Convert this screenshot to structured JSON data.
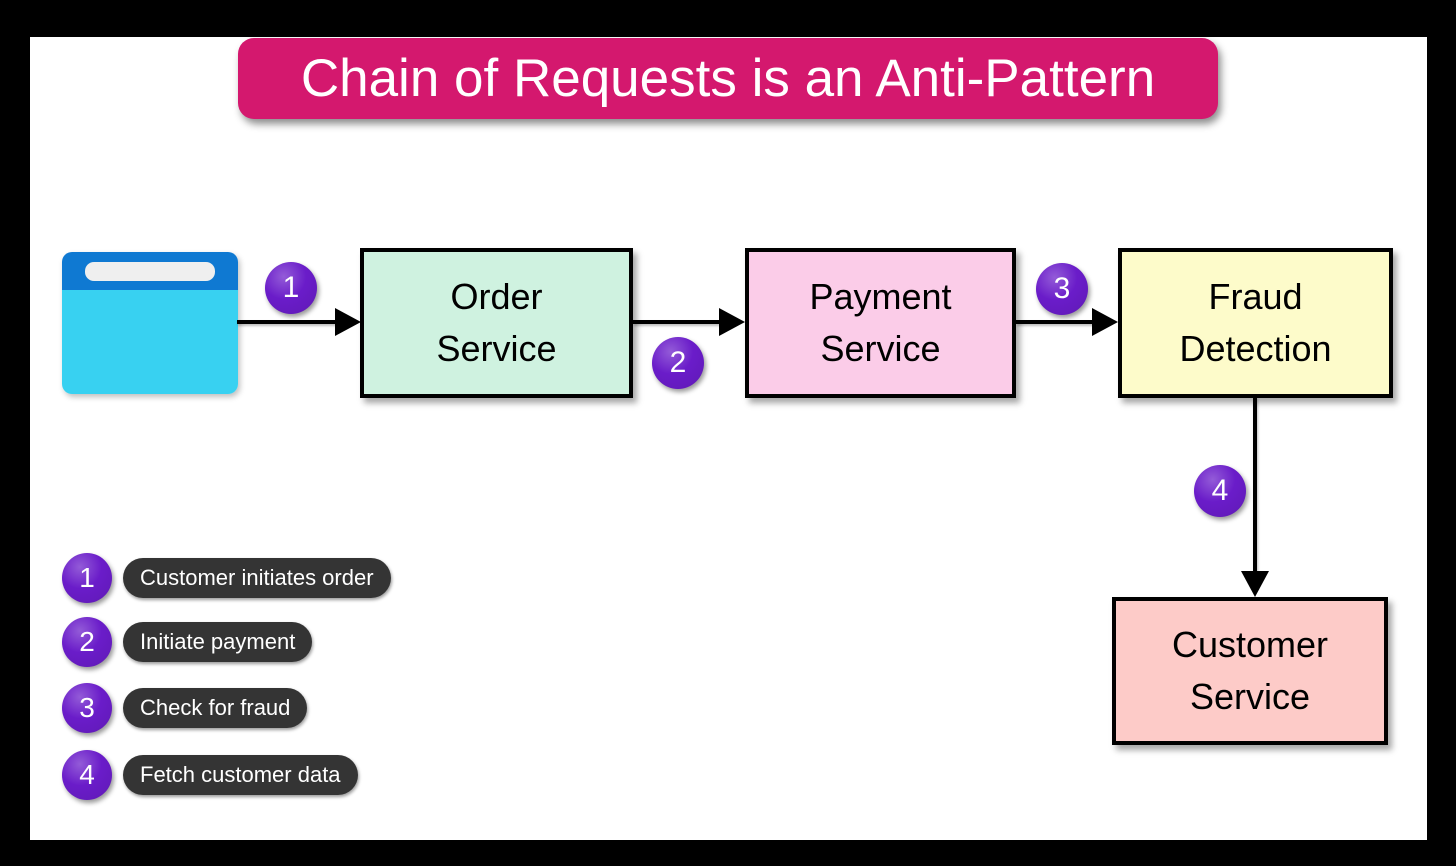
{
  "title": {
    "text": "Chain of Requests is an Anti-Pattern",
    "background": "#d4186e",
    "text_color": "#ffffff"
  },
  "browser_icon": {
    "name": "browser-window-icon",
    "titlebar_color": "#0f79d2",
    "body_color": "#38d1f1",
    "address_bar_color": "#efefef"
  },
  "nodes": [
    {
      "label": "Order\nService",
      "fill": "#cff2e0"
    },
    {
      "label": "Payment\nService",
      "fill": "#fbcce8"
    },
    {
      "label": "Fraud\nDetection",
      "fill": "#fdfbca"
    },
    {
      "label": "Customer\nService",
      "fill": "#fdcbc8"
    }
  ],
  "steps": [
    {
      "num": "1",
      "label": "Customer initiates order"
    },
    {
      "num": "2",
      "label": "Initiate payment"
    },
    {
      "num": "3",
      "label": "Check for fraud"
    },
    {
      "num": "4",
      "label": "Fetch customer data"
    }
  ],
  "marker_style": {
    "background": "#6a1cc9",
    "text_color": "#ffffff"
  },
  "legend_style": {
    "pill_background": "#343434",
    "pill_text_color": "#ffffff"
  },
  "arrow_color": "#000000",
  "canvas_background": "#ffffff",
  "frame_background": "#000000"
}
